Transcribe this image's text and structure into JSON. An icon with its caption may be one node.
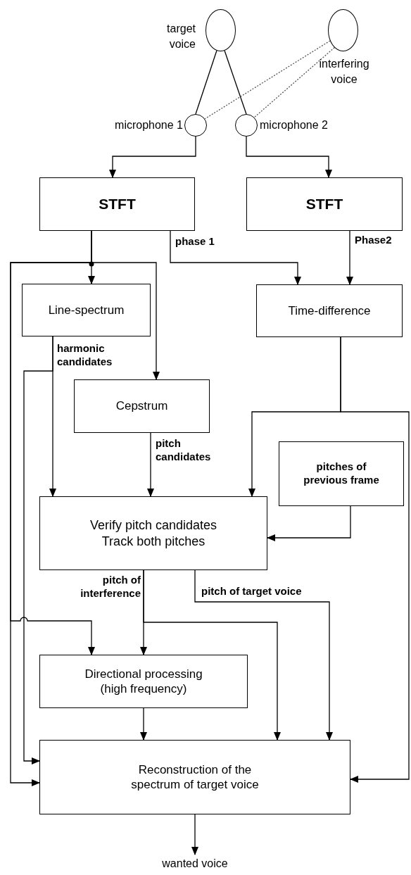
{
  "diagram": {
    "nodes": [
      {
        "text": [],
        "shape": "circle",
        "beside": [
          "target voice"
        ]
      },
      {
        "text": [],
        "shape": "circle",
        "beside": [
          "interfering voice"
        ]
      },
      {
        "text": [],
        "shape": "circle",
        "beside": [
          "microphone 1"
        ]
      },
      {
        "text": [],
        "shape": "circle",
        "beside": [
          "microphone 2"
        ]
      },
      {
        "text": [
          "STFT"
        ]
      },
      {
        "text": [
          "STFT"
        ]
      },
      {
        "text": [
          "Line-spectrum"
        ]
      },
      {
        "text": [
          "Time-difference"
        ]
      },
      {
        "text": [
          "Cepstrum"
        ]
      },
      {
        "text": [
          "pitches of previous frame"
        ]
      },
      {
        "text": [
          "Verify pitch candidates",
          "Track both pitches"
        ]
      },
      {
        "text": [
          "Directional processing (high frequency)"
        ]
      },
      {
        "text": [
          "Reconstruction of the spectrum of target voice"
        ]
      },
      {
        "text": [
          "wanted voice"
        ]
      }
    ],
    "edges": [
      {
        "from": 0,
        "to": 2,
        "arrow": "none"
      },
      {
        "from": 0,
        "to": 3,
        "arrow": "none"
      },
      {
        "from": 1,
        "to": 2,
        "arrow": "none",
        "style": "dashed"
      },
      {
        "from": 1,
        "to": 3,
        "arrow": "none",
        "style": "dashed"
      },
      {
        "from": 2,
        "to": 4,
        "arrow": "to"
      },
      {
        "from": 3,
        "to": 5,
        "arrow": "to"
      },
      {
        "from": 4,
        "to": 6,
        "arrow": "to"
      },
      {
        "from": 4,
        "to": 8,
        "arrow": "to"
      },
      {
        "from": 4,
        "to": 11,
        "arrow": "to"
      },
      {
        "from": 4,
        "to": 12,
        "arrow": "to"
      },
      {
        "from": 4,
        "to": 7,
        "arrow": "to",
        "label": "phase 1"
      },
      {
        "from": 5,
        "to": 7,
        "arrow": "to",
        "label": "Phase2"
      },
      {
        "from": 6,
        "to": 10,
        "arrow": "to",
        "label": "harmonic candidates"
      },
      {
        "from": 6,
        "to": 12,
        "arrow": "to"
      },
      {
        "from": 8,
        "to": 10,
        "arrow": "to",
        "label": "pitch candidates"
      },
      {
        "from": 7,
        "to": 10,
        "arrow": "to"
      },
      {
        "from": 7,
        "to": 12,
        "arrow": "to"
      },
      {
        "from": 9,
        "to": 10,
        "arrow": "to"
      },
      {
        "from": 10,
        "to": 11,
        "arrow": "to",
        "label": "pitch of interference"
      },
      {
        "from": 10,
        "to": 12,
        "arrow": "to"
      },
      {
        "from": 10,
        "to": 12,
        "arrow": "to",
        "label": "pitch of target voice"
      },
      {
        "from": 11,
        "to": 12,
        "arrow": "to"
      },
      {
        "from": 12,
        "to": 13,
        "arrow": "to"
      }
    ]
  }
}
